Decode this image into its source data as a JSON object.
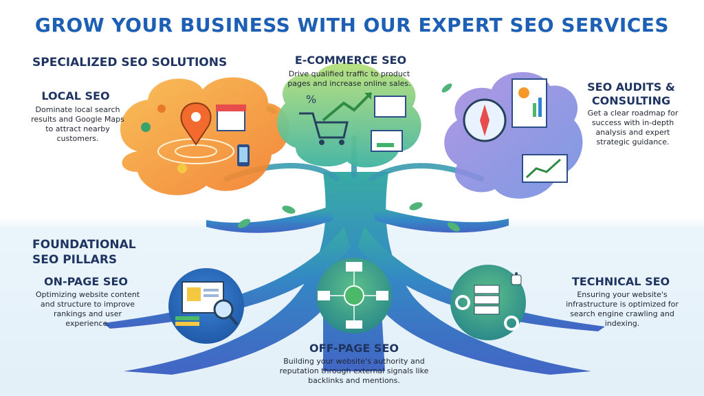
{
  "title": "GROW YOUR BUSINESS WITH OUR EXPERT SEO SERVICES",
  "specialized": {
    "heading": "SPECIALIZED SEO SOLUTIONS",
    "local": {
      "title": "LOCAL SEO",
      "desc": "Dominate local search results and Google Maps to attract nearby customers."
    },
    "ecommerce": {
      "title": "E-COMMERCE SEO",
      "desc": "Drive qualified traffic to product pages and increase online sales."
    },
    "audits": {
      "title": "SEO AUDITS & CONSULTING",
      "desc": "Get a clear roadmap for success with in-depth analysis and expert strategic guidance."
    }
  },
  "foundational": {
    "heading": "FOUNDATIONAL SEO PILLARS",
    "onpage": {
      "title": "ON-PAGE SEO",
      "desc": "Optimizing website content and structure to improve rankings and user experience."
    },
    "offpage": {
      "title": "OFF-PAGE SEO",
      "desc": "Building your website's authority and reputation through external signals like backlinks and mentions."
    },
    "technical": {
      "title": "TECHNICAL SEO",
      "desc": "Ensuring your website's infrastructure is optimized for search engine crawling and indexing."
    }
  },
  "icon_text": {
    "percent": "%"
  },
  "colors": {
    "title": "#1d5fb4",
    "heading": "#1f3461",
    "orange": "#f59a2a",
    "green": "#4bb86a",
    "purple": "#8a63c9",
    "teal": "#2b8db0"
  }
}
